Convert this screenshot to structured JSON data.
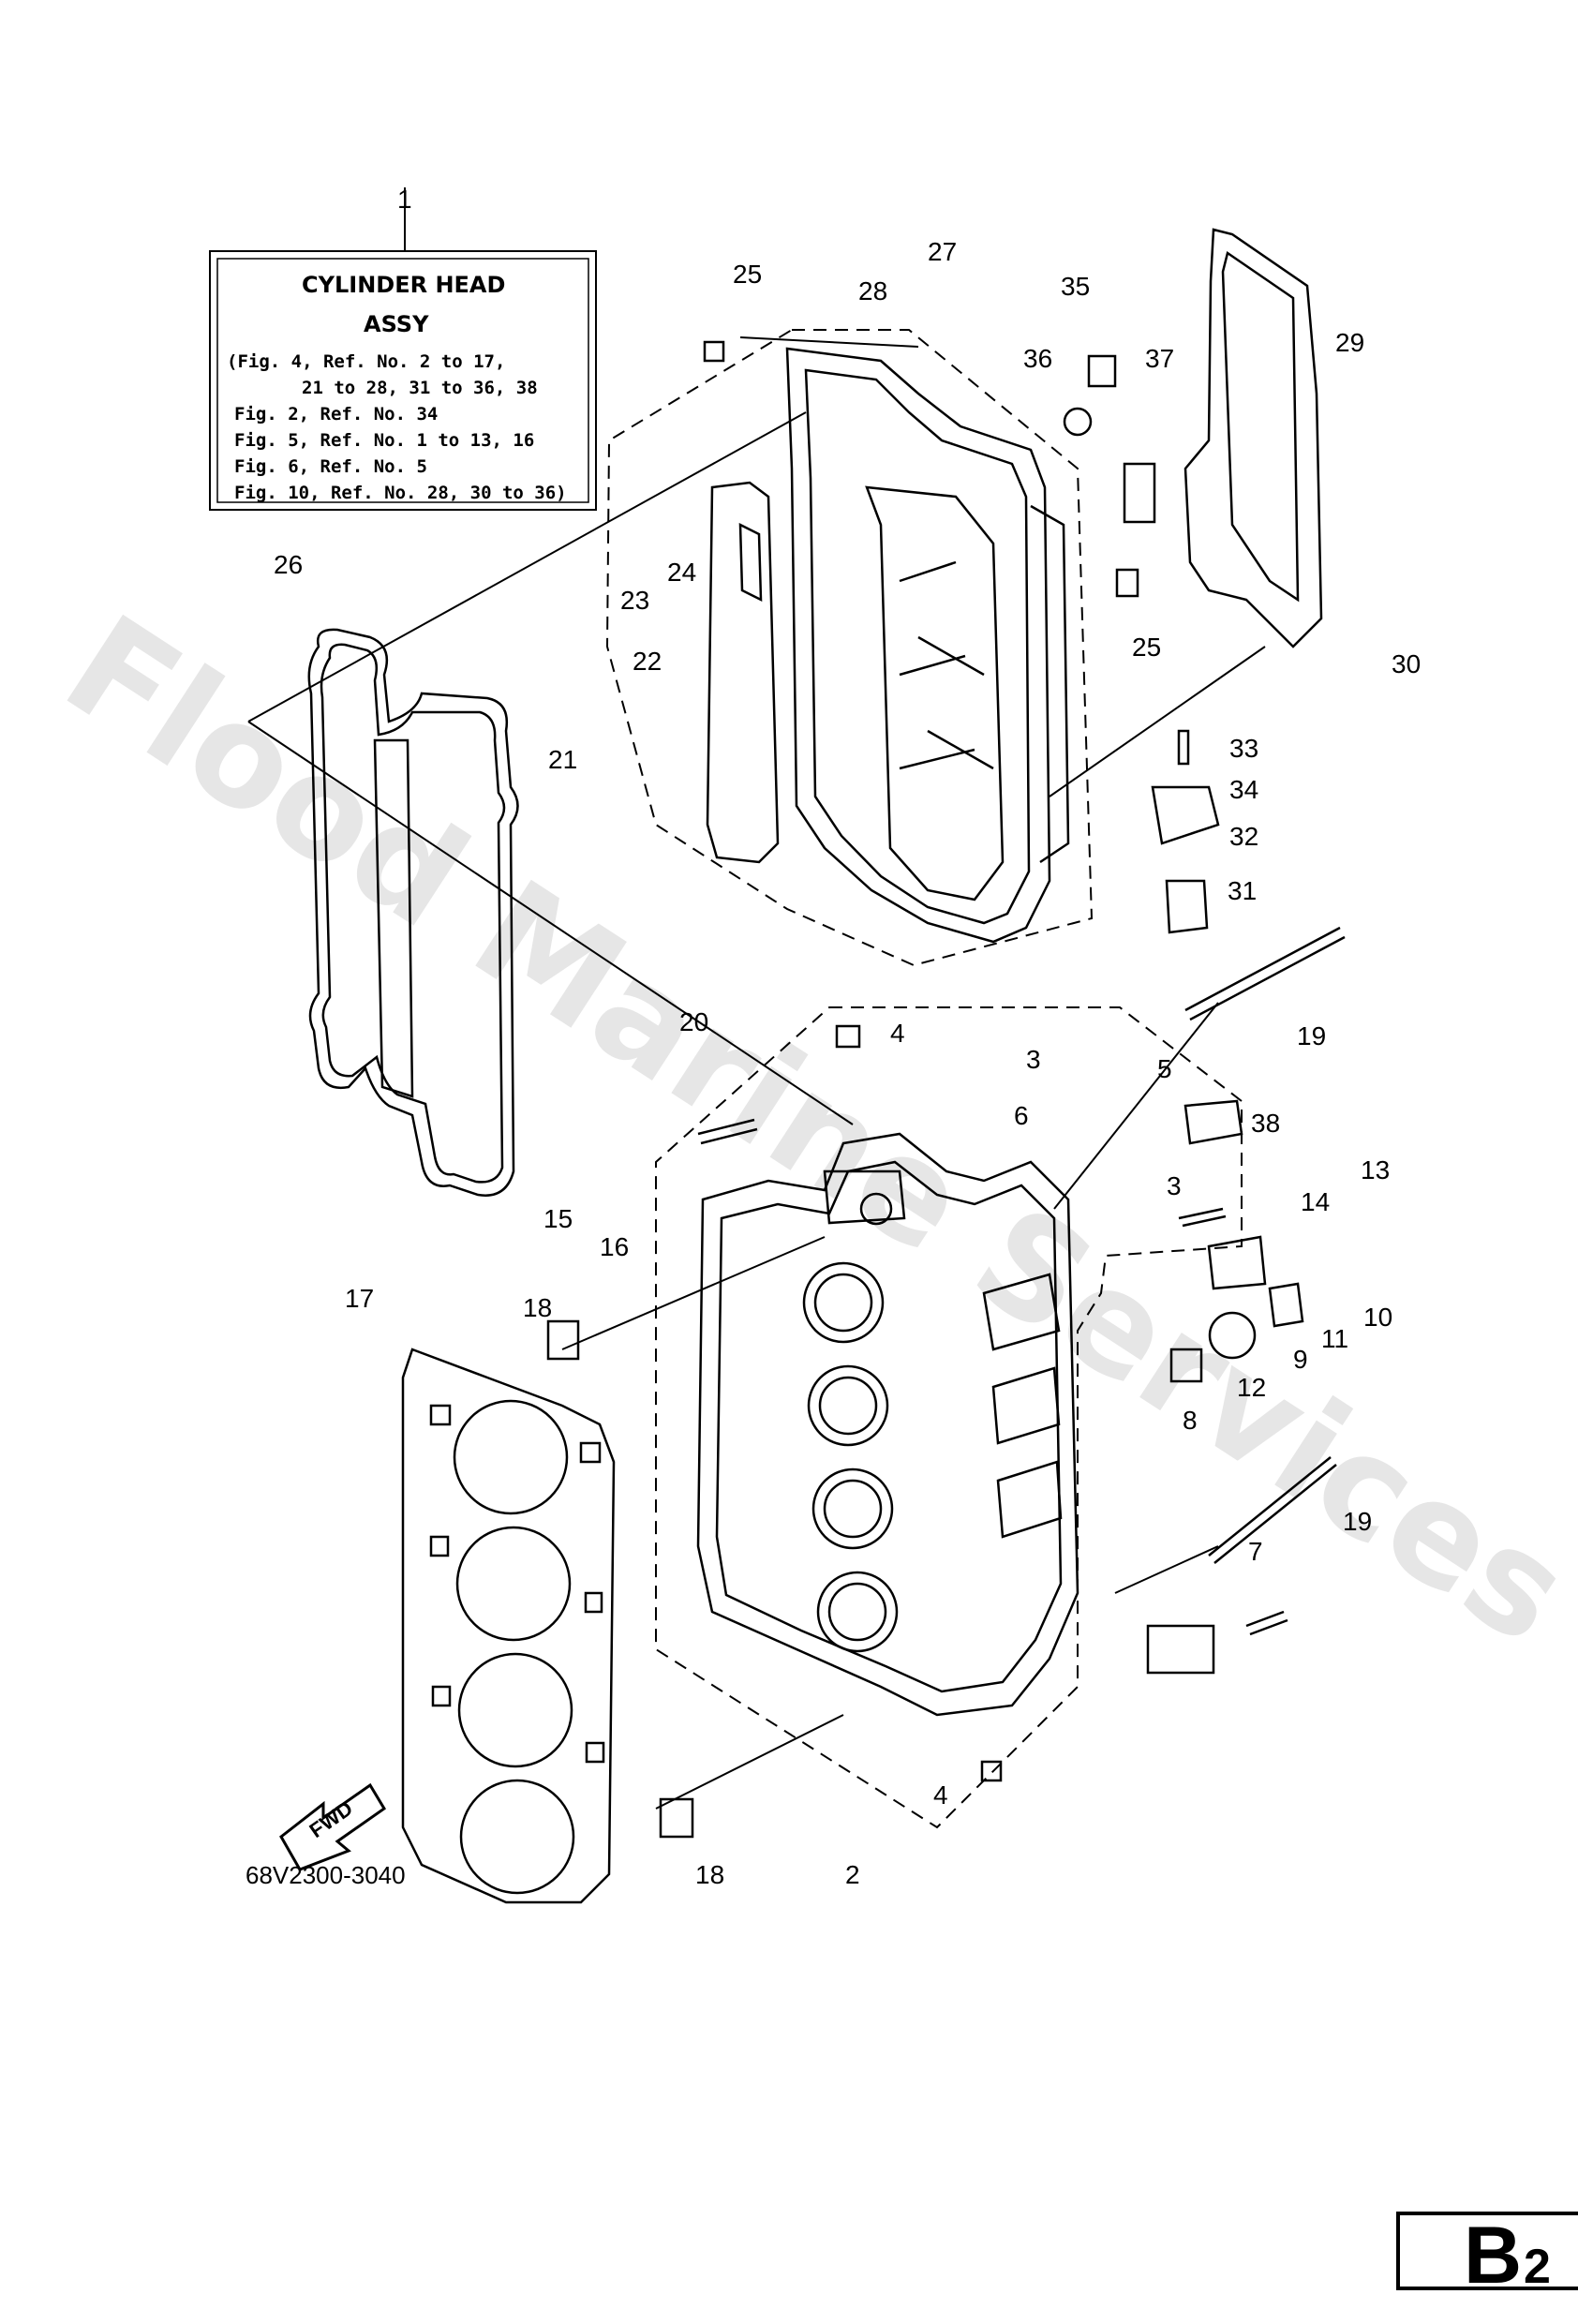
{
  "info_box": {
    "callout": "1",
    "title_line1": "CYLINDER HEAD",
    "title_line2": "ASSY",
    "lines": [
      "(Fig. 4, Ref. No. 2 to 17,",
      "21 to 28, 31 to 36, 38",
      "Fig. 2, Ref. No. 34",
      "Fig. 5, Ref. No. 1 to 13, 16",
      "Fig. 6, Ref. No. 5",
      "Fig. 10, Ref. No. 28, 30 to 36)"
    ]
  },
  "part_number": "68V2300-3040",
  "fwd_label": "FWD",
  "watermark": "Flood Marine Services",
  "page_tag": {
    "letter": "B",
    "digit": "2"
  },
  "callouts": [
    "2",
    "3",
    "3",
    "4",
    "4",
    "5",
    "6",
    "7",
    "8",
    "9",
    "10",
    "11",
    "12",
    "13",
    "14",
    "15",
    "16",
    "17",
    "18",
    "18",
    "19",
    "19",
    "20",
    "21",
    "22",
    "23",
    "24",
    "25",
    "25",
    "26",
    "27",
    "28",
    "29",
    "30",
    "31",
    "32",
    "33",
    "34",
    "35",
    "36",
    "37",
    "38"
  ]
}
